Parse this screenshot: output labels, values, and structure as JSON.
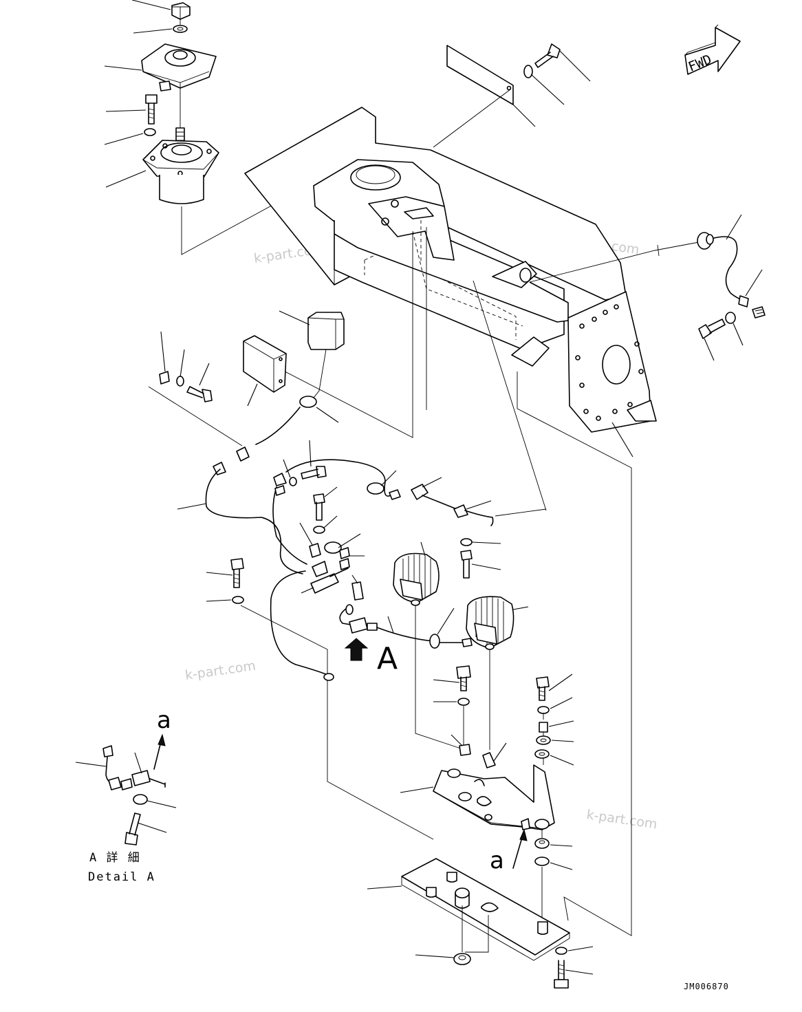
{
  "drawing": {
    "direction_label": "FWD",
    "view_label": "A",
    "arrow_label_1": "a",
    "arrow_label_2": "a",
    "detail_caption_jp": "A 詳 細",
    "detail_caption_en": "Detail A",
    "drawing_code": "JM006870",
    "watermarks": [
      "k-part.com",
      "k-part.com",
      "k-part.com",
      "k-part.com"
    ]
  }
}
